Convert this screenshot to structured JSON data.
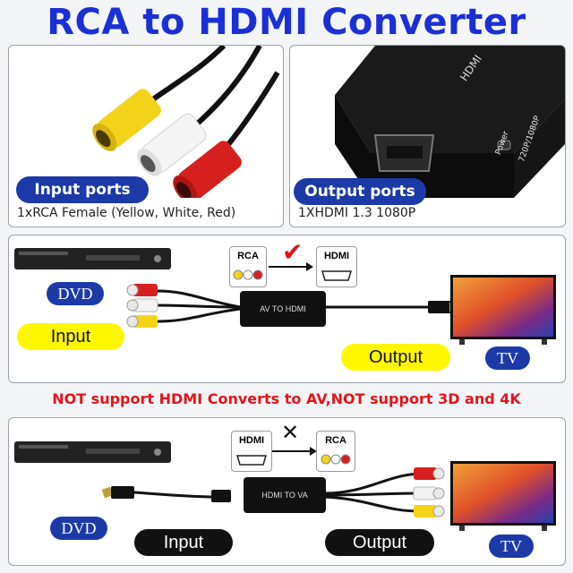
{
  "title": "RCA to HDMI Converter",
  "top_left": {
    "badge": "Input ports",
    "caption": "1xRCA Female (Yellow, White, Red)"
  },
  "top_right": {
    "badge": "Output ports",
    "caption": "1XHDMI 1.3 1080P",
    "device_side_label": "HDMI",
    "power_label": "Power",
    "switch_label": "720P/1080P"
  },
  "panel1": {
    "dvd_label": "DVD",
    "input_label": "Input",
    "from_label": "RCA",
    "to_label": "HDMI",
    "converter_label": "AV TO HDMI",
    "output_label": "Output",
    "tv_label": "TV",
    "mark": "✔"
  },
  "warning": "NOT support HDMI Converts to AV,NOT support 3D and 4K",
  "panel2": {
    "dvd_label": "DVD",
    "input_label": "Input",
    "from_label": "HDMI",
    "to_label": "RCA",
    "converter_label": "HDMI TO VA",
    "output_label": "Output",
    "tv_label": "TV",
    "mark": "✕"
  },
  "colors": {
    "title_blue": "#1b2fd6",
    "badge_blue": "#1d39a8",
    "warn_red": "#e4141b",
    "rca_yellow": "#f3d21a",
    "rca_white": "#f2f2f2",
    "rca_red": "#d62020"
  }
}
